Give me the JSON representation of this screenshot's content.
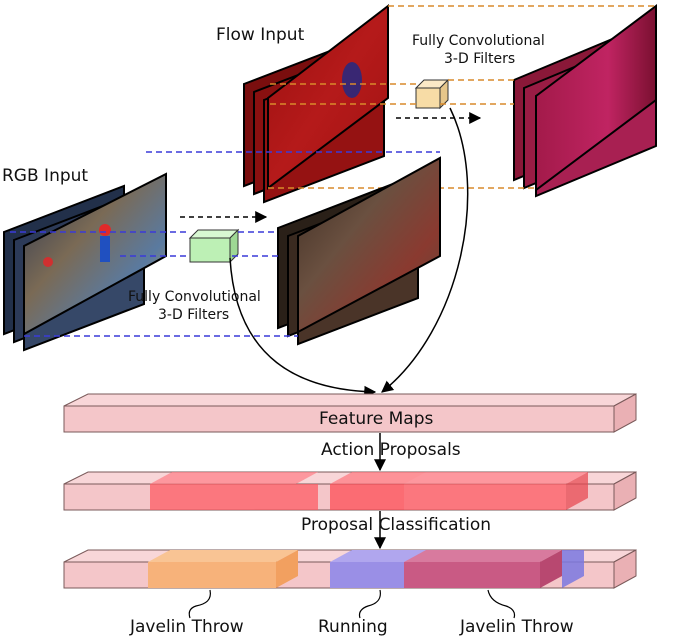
{
  "labels": {
    "flow_input": "Flow Input",
    "rgb_input": "RGB Input",
    "flow_filters_line1": "Fully Convolutional",
    "flow_filters_line2": "3-D Filters",
    "rgb_filters_line1": "Fully Convolutional",
    "rgb_filters_line2": "3-D Filters",
    "feature_maps": "Feature Maps",
    "action_proposals": "Action Proposals",
    "proposal_classification": "Proposal Classification"
  },
  "class_labels": [
    "Javelin Throw",
    "Running",
    "Javelin Throw"
  ],
  "colors": {
    "bar_base": "#f4c6c9",
    "proposal": "#ff5a62",
    "class_javelin_1": "#f7b27a",
    "class_running": "#9a8fe6",
    "class_javelin_2": "#c95a84",
    "flow_dash": "#d98a2b",
    "rgb_dash": "#3a3ad9",
    "flow_filter": "#f7dca6",
    "rgb_filter": "#bdf0b5"
  }
}
